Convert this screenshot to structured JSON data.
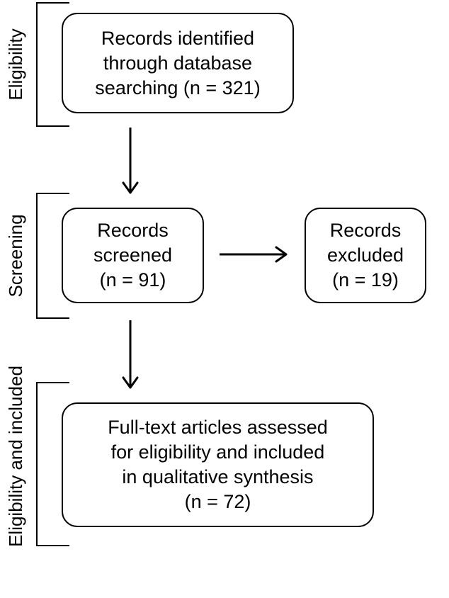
{
  "stages": {
    "eligibility_top": "Eligibility",
    "screening": "Screening",
    "eligibility_included": "Eligibility and included"
  },
  "boxes": {
    "identified": "Records identified\nthrough database\nsearching (n = 321)",
    "screened": "Records\nscreened\n(n = 91)",
    "excluded": "Records\nexcluded\n(n = 19)",
    "fulltext": "Full-text articles assessed\nfor eligibility and included\nin qualitative synthesis\n(n = 72)"
  }
}
